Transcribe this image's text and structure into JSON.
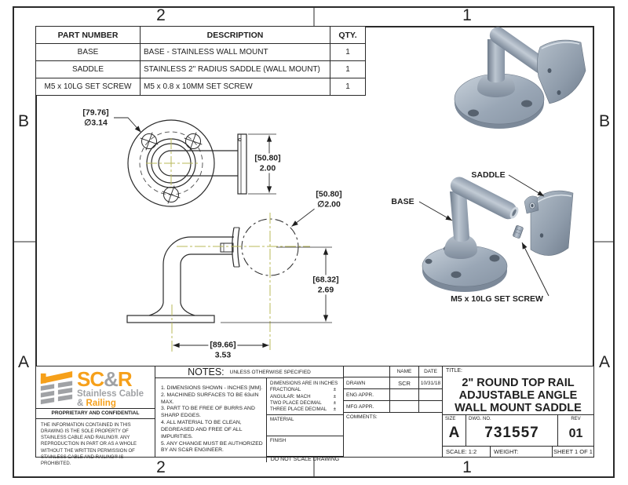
{
  "zones": {
    "top_left": "2",
    "top_right": "1",
    "bottom_left": "2",
    "bottom_right": "1",
    "left_top": "B",
    "left_bottom": "A",
    "right_top": "B",
    "right_bottom": "A"
  },
  "parts_table": {
    "headers": [
      "PART NUMBER",
      "DESCRIPTION",
      "QTY."
    ],
    "rows": [
      {
        "part": "BASE",
        "desc": "BASE - STAINLESS WALL MOUNT",
        "qty": "1"
      },
      {
        "part": "SADDLE",
        "desc": "STAINLESS 2\" RADIUS SADDLE (WALL MOUNT)",
        "qty": "1"
      },
      {
        "part": "M5 x 10LG SET SCREW",
        "desc": "M5 x 0.8 x 10MM SET SCREW",
        "qty": "1"
      }
    ]
  },
  "dimensions": {
    "flange_dia": {
      "mm": "[79.76]",
      "in": "∅3.14"
    },
    "saddle_plate_height": {
      "mm": "[50.80]",
      "in": "2.00"
    },
    "rail_dia": {
      "mm": "[50.80]",
      "in": "∅2.00"
    },
    "rail_center_height": {
      "mm": "[68.32]",
      "in": "2.69"
    },
    "rail_center_offset": {
      "mm": "[89.66]",
      "in": "3.53"
    }
  },
  "callouts": {
    "saddle": "SADDLE",
    "base": "BASE",
    "set_screw": "M5 x 10LG SET SCREW"
  },
  "logo": {
    "brand_sc": "SC",
    "brand_amp": "&",
    "brand_r": "R",
    "subtitle1": "Stainless Cable",
    "subtitle2_amp": "&",
    "subtitle2_word": "Railing",
    "confidential": "PROPRIETARY AND CONFIDENTIAL",
    "legal": "THE INFORMATION CONTAINED IN THIS DRAWING IS THE SOLE PROPERTY OF STAINLESS CABLE AND RAILING®. ANY REPRODUCTION IN PART OR AS A WHOLE WITHOUT THE WRITTEN PERMISSION OF STAINLESS CABLE AND RAILING® IS PROHIBITED."
  },
  "notes": {
    "title": "NOTES:",
    "subtitle": "UNLESS OTHERWISE SPECIFIED",
    "items": [
      "1. DIMENSIONS SHOWN - INCHES [MM].",
      "2. MACHINED SURFACES TO BE 63uIN MAX.",
      "3. PART TO BE FREE OF BURRS AND SHARP EDGES.",
      "4. ALL MATERIAL TO BE CLEAN, DEGREASED AND FREE OF ALL IMPURITIES.",
      "5. ANY CHANGE MUST BE AUTHORIZED BY AN SC&R ENGINEER."
    ]
  },
  "tolerances": {
    "heading": "DIMENSIONS ARE IN INCHES",
    "rows": [
      {
        "label": "FRACTIONAL",
        "tol": "±"
      },
      {
        "label": "ANGULAR: MACH",
        "tol": "±"
      },
      {
        "label": "TWO PLACE DECIMAL",
        "tol": "±"
      },
      {
        "label": "THREE PLACE DECIMAL",
        "tol": "±"
      }
    ],
    "material_label": "MATERIAL",
    "finish_label": "FINISH",
    "no_scale": "DO NOT SCALE DRAWING"
  },
  "approvals": {
    "name_header": "NAME",
    "date_header": "DATE",
    "rows": [
      {
        "label": "DRAWN",
        "name": "SCR",
        "date": "10/31/18"
      },
      {
        "label": "ENG APPR.",
        "name": "",
        "date": ""
      },
      {
        "label": "MFG APPR.",
        "name": "",
        "date": ""
      }
    ],
    "comments_label": "COMMENTS:"
  },
  "title_block": {
    "title_label": "TITLE:",
    "title_line1": "2\" ROUND TOP RAIL",
    "title_line2": "ADJUSTABLE ANGLE",
    "title_line3": "WALL MOUNT SADDLE",
    "size_label": "SIZE",
    "size": "A",
    "dwg_label": "DWG.  NO.",
    "dwg_no": "731557",
    "rev_label": "REV",
    "rev": "01",
    "scale": "SCALE: 1:2",
    "weight": "WEIGHT:",
    "sheet": "SHEET 1 OF 1"
  },
  "colors": {
    "accent_orange": "#F6A01A",
    "logo_gray": "#A0A2A5",
    "centerline_olive": "#B9B95A",
    "steel_mid": "#93A1B1",
    "line_black": "#1F1F1F"
  }
}
